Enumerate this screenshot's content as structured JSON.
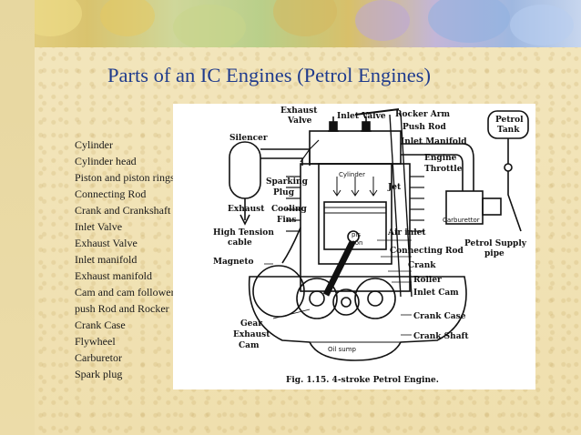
{
  "slide": {
    "title": "Parts of an IC Engines (Petrol Engines)",
    "parts_list": [
      "Cylinder",
      "Cylinder head",
      "Piston and piston rings",
      "Connecting Rod",
      "Crank and Crankshaft",
      "Inlet Valve",
      "Exhaust Valve",
      "Inlet manifold",
      "Exhaust manifold",
      "Cam and cam follower",
      "push Rod and Rocker",
      "Crank Case",
      "Flywheel",
      "Carburetor",
      "Spark plug"
    ]
  },
  "figure": {
    "caption": "Fig. 1.15. 4-stroke Petrol Engine.",
    "labels": {
      "exhaust_valve_1": "Exhaust",
      "exhaust_valve_2": "Valve",
      "inlet_valve": "Inlet Valve",
      "rocker_arm": "Rocker Arm",
      "push_rod": "Push Rod",
      "petrol_tank_1": "Petrol",
      "petrol_tank_2": "Tank",
      "silencer": "Silencer",
      "inlet_manifold": "Inlet Manifold",
      "engine_throttle_1": "Engine",
      "engine_throttle_2": "Throttle",
      "cylinder": "Cylinder",
      "sparking_plug_1": "Sparking",
      "sparking_plug_2": "Plug",
      "jet": "Jet",
      "exhaust": "Exhaust",
      "cooling_fins_1": "Cooling",
      "cooling_fins_2": "Fins",
      "carburettor": "Carburettor",
      "high_tension_1": "High Tension",
      "high_tension_2": "cable",
      "piston_1": "pis",
      "piston_2": "ton",
      "air_inlet": "Air inlet",
      "petrol_supply_1": "Petrol Supply",
      "petrol_supply_2": "pipe",
      "connecting_rod": "Connecting Rod",
      "magneto": "Magneto",
      "crank": "Crank",
      "roller": "Roller",
      "inlet_cam": "Inlet Cam",
      "gear_1": "Gear",
      "gear_2": "Exhaust",
      "gear_3": "Cam",
      "crank_case": "Crank  Case",
      "crank_shaft": "Crank  Shaft",
      "oil_sump": "Oil sump"
    }
  }
}
